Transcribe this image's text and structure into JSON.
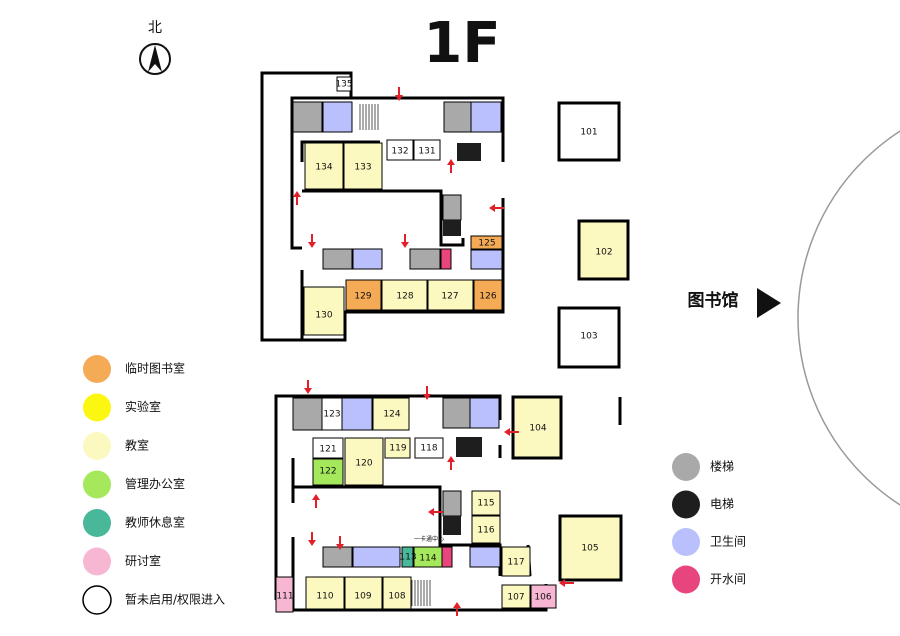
{
  "floor": "1F",
  "compass": "北",
  "library": "图书馆",
  "small_label": "一卡通中心",
  "colors": {
    "stairs": "#a9a9a9",
    "elevator": "#1e1e1e",
    "restroom": "#b9c0fb",
    "water": "#e8457e",
    "temp_library": "#f5aa55",
    "lab": "#fbf711",
    "classroom": "#fbf8c0",
    "office": "#a6e85b",
    "rest": "#48b79a",
    "seminar": "#f7b6d2",
    "closed": "#ffffff",
    "arrow": "#e2202a",
    "wall": "#000000"
  },
  "legend_left": [
    {
      "key": "temp_library",
      "label": "临时图书室"
    },
    {
      "key": "lab",
      "label": "实验室"
    },
    {
      "key": "classroom",
      "label": "教室"
    },
    {
      "key": "office",
      "label": "管理办公室"
    },
    {
      "key": "rest",
      "label": "教师休息室"
    },
    {
      "key": "seminar",
      "label": "研讨室"
    },
    {
      "key": "closed",
      "label": "暂未启用/权限进入"
    }
  ],
  "legend_right": [
    {
      "key": "stairs",
      "label": "楼梯"
    },
    {
      "key": "elevator",
      "label": "电梯"
    },
    {
      "key": "restroom",
      "label": "卫生间"
    },
    {
      "key": "water",
      "label": "开水间"
    }
  ],
  "rooms": [
    {
      "id": "135",
      "type": "closed"
    },
    {
      "id": "134",
      "type": "classroom"
    },
    {
      "id": "133",
      "type": "classroom"
    },
    {
      "id": "132",
      "type": "closed"
    },
    {
      "id": "131",
      "type": "closed"
    },
    {
      "id": "130",
      "type": "classroom"
    },
    {
      "id": "129",
      "type": "temp_library"
    },
    {
      "id": "128",
      "type": "classroom"
    },
    {
      "id": "127",
      "type": "classroom"
    },
    {
      "id": "126",
      "type": "temp_library"
    },
    {
      "id": "125",
      "type": "temp_library"
    },
    {
      "id": "101",
      "type": "closed"
    },
    {
      "id": "102",
      "type": "classroom"
    },
    {
      "id": "103",
      "type": "closed"
    },
    {
      "id": "104",
      "type": "classroom"
    },
    {
      "id": "105",
      "type": "classroom"
    },
    {
      "id": "124",
      "type": "classroom"
    },
    {
      "id": "123",
      "type": "closed"
    },
    {
      "id": "122",
      "type": "office"
    },
    {
      "id": "121",
      "type": "closed"
    },
    {
      "id": "120",
      "type": "classroom"
    },
    {
      "id": "119",
      "type": "classroom"
    },
    {
      "id": "118",
      "type": "closed"
    },
    {
      "id": "117",
      "type": "classroom"
    },
    {
      "id": "116",
      "type": "classroom"
    },
    {
      "id": "115",
      "type": "classroom"
    },
    {
      "id": "114",
      "type": "office"
    },
    {
      "id": "113",
      "type": "rest"
    },
    {
      "id": "111",
      "type": "seminar"
    },
    {
      "id": "110",
      "type": "classroom"
    },
    {
      "id": "109",
      "type": "classroom"
    },
    {
      "id": "108",
      "type": "classroom"
    },
    {
      "id": "107",
      "type": "classroom"
    },
    {
      "id": "106",
      "type": "seminar"
    }
  ]
}
